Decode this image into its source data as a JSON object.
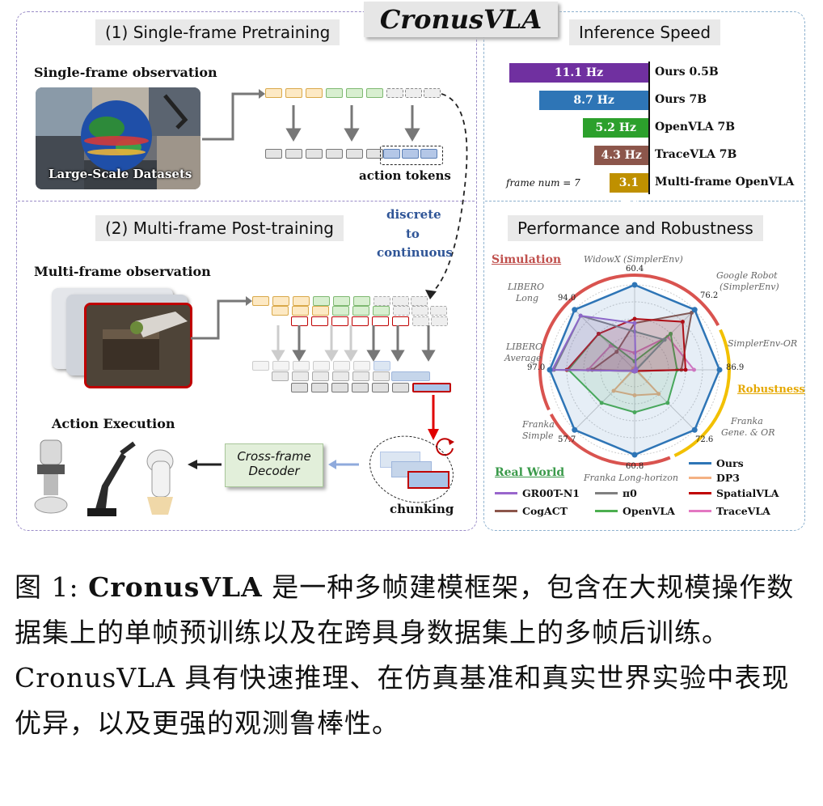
{
  "header": {
    "title": "CronusVLA"
  },
  "pretraining": {
    "title": "(1) Single-frame Pretraining",
    "obs_label": "Single-frame observation",
    "dataset_label": "Large-Scale Datasets",
    "tokens_label": "action tokens"
  },
  "posttraining": {
    "title": "(2) Multi-frame Post-training",
    "obs_label": "Multi-frame observation",
    "transition_label_1": "discrete",
    "transition_label_2": "to",
    "transition_label_3": "continuous",
    "chunking_label": "chunking",
    "execution_label": "Action Execution",
    "decoder_label_1": "Cross-frame",
    "decoder_label_2": "Decoder"
  },
  "inference": {
    "title": "Inference Speed",
    "frame_note": "frame num = 7",
    "bars": [
      {
        "value_label": "11.1 Hz",
        "name": "Ours 0.5B",
        "value": 11.1,
        "color": "#7030a0"
      },
      {
        "value_label": "8.7 Hz",
        "name": "Ours 7B",
        "value": 8.7,
        "color": "#2e75b6"
      },
      {
        "value_label": "5.2 Hz",
        "name": "OpenVLA 7B",
        "value": 5.2,
        "color": "#2ca02c"
      },
      {
        "value_label": "4.3 Hz",
        "name": "TraceVLA 7B",
        "value": 4.3,
        "color": "#8c564b"
      },
      {
        "value_label": "3.1 Hz",
        "name": "Multi-frame OpenVLA",
        "value": 3.1,
        "color": "#bf9000"
      }
    ]
  },
  "performance": {
    "title": "Performance and Robustness",
    "group_simulation": "Simulation",
    "group_robustness": "Robustness",
    "group_realworld": "Real World",
    "axes": [
      {
        "name_1": "WidowX (SimplerEnv)",
        "name_2": "",
        "max": "60.4"
      },
      {
        "name_1": "Google Robot",
        "name_2": "(SimplerEnv)",
        "max": "76.2"
      },
      {
        "name_1": "SimplerEnv-OR",
        "name_2": "",
        "max": "86.9"
      },
      {
        "name_1": "Franka",
        "name_2": "Gene. & OR",
        "max": "72.6"
      },
      {
        "name_1": "Franka Long-horizon",
        "name_2": "",
        "max": "60.8"
      },
      {
        "name_1": "Franka",
        "name_2": "Simple",
        "max": "57.7"
      },
      {
        "name_1": "LIBERO",
        "name_2": "Average",
        "max": "97.0"
      },
      {
        "name_1": "LIBERO",
        "name_2": "Long",
        "max": "94.0"
      }
    ],
    "legend": [
      {
        "name": "Ours",
        "color": "#2e75b6"
      },
      {
        "name": "DP3",
        "color": "#f4b183"
      },
      {
        "name": "GR00T-N1",
        "color": "#9966cc"
      },
      {
        "name": "π0",
        "color": "#7f7f7f"
      },
      {
        "name": "SpatialVLA",
        "color": "#c00000"
      },
      {
        "name": "CogACT",
        "color": "#8c564b"
      },
      {
        "name": "OpenVLA",
        "color": "#4caf50"
      },
      {
        "name": "TraceVLA",
        "color": "#e377c2"
      }
    ]
  },
  "chart_data": {
    "type": "radar",
    "categories": [
      "WidowX (SimplerEnv)",
      "Google Robot (SimplerEnv)",
      "SimplerEnv-OR",
      "Franka Gene. & OR",
      "Franka Long-horizon",
      "Franka Simple",
      "LIBERO Average",
      "LIBERO Long"
    ],
    "axis_max_labels": [
      60.4,
      76.2,
      86.9,
      72.6,
      60.8,
      57.7,
      97.0,
      94.0
    ],
    "series": [
      {
        "name": "Ours",
        "values": [
          1.0,
          1.0,
          1.0,
          1.0,
          1.0,
          1.0,
          1.0,
          1.0
        ]
      },
      {
        "name": "GR00T-N1",
        "values": [
          0.55,
          0,
          0,
          0,
          0,
          0,
          0.97,
          0.9
        ]
      },
      {
        "name": "π0",
        "values": [
          0.45,
          0.5,
          0,
          0,
          0,
          0,
          0.95,
          0.9
        ]
      },
      {
        "name": "SpatialVLA",
        "values": [
          0.6,
          0.8,
          0.6,
          0,
          0,
          0,
          0.8,
          0.6
        ]
      },
      {
        "name": "CogACT",
        "values": [
          0.55,
          0.95,
          0.55,
          0,
          0,
          0,
          0.5,
          0.3
        ]
      },
      {
        "name": "OpenVLA",
        "values": [
          0.1,
          0.6,
          0.5,
          0.55,
          0.5,
          0.55,
          0.78,
          0.6
        ]
      },
      {
        "name": "TraceVLA",
        "values": [
          0.2,
          0.55,
          0.7,
          0,
          0,
          0,
          0.55,
          0.4
        ]
      },
      {
        "name": "DP3",
        "values": [
          0,
          0,
          0,
          0.4,
          0.3,
          0.35,
          0,
          0
        ]
      }
    ]
  },
  "caption": {
    "prefix": "图 1: ",
    "name": "CronusVLA",
    "text": " 是一种多帧建模框架，包含在大规模操作数据集上的单帧预训练以及在跨具身数据集上的多帧后训练。CronusVLA 具有快速推理、在仿真基准和真实世界实验中表现优异，以及更强的观测鲁棒性。"
  }
}
